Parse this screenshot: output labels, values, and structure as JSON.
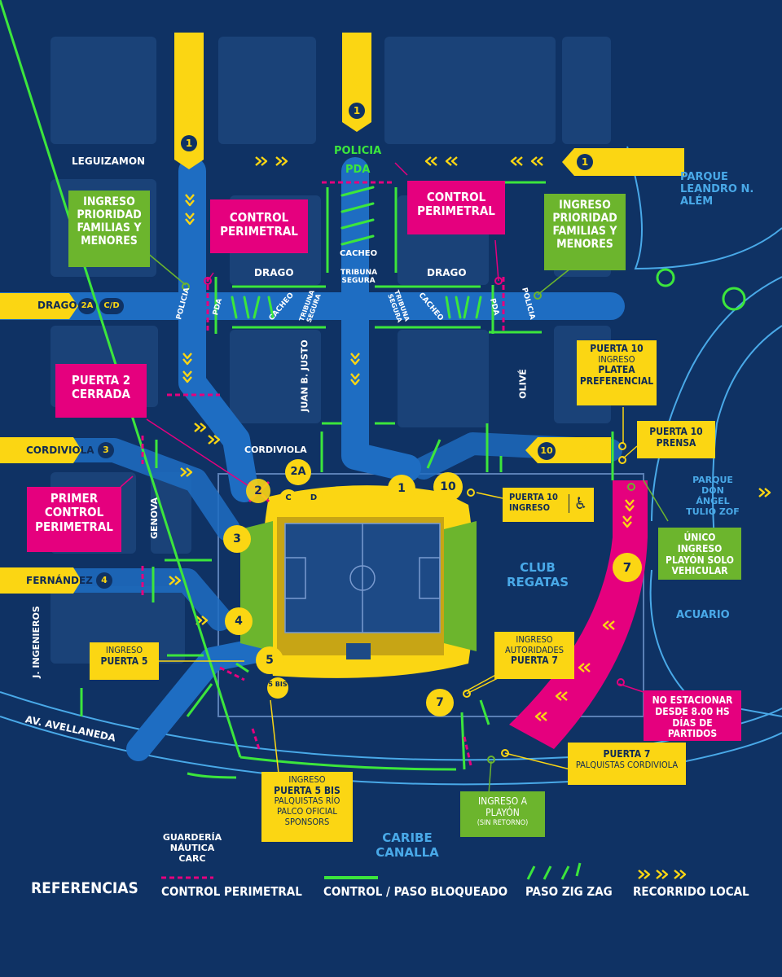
{
  "streets": {
    "leguizamon": "LEGUIZAMON",
    "drago_left": "DRAGO",
    "drago_right": "DRAGO",
    "juan_b_justo": "JUAN B. JUSTO",
    "olive": "OLIVÉ",
    "cordiviola": "CORDIVIOLA",
    "genova": "GENOVA",
    "j_ingenieros": "J. INGENIEROS",
    "av_avellaneda": "AV. AVELLANEDA"
  },
  "places": {
    "parque_alem": "PARQUE LEANDRO N. ALÉM",
    "parque_zof": "PARQUE DON ÁNGEL TULIO ZOF",
    "club_regatas": "CLUB REGATAS",
    "acuario": "ACUARIO",
    "caribe": "CARIBE CANALLA",
    "guarderia": "GUARDERÍA NÁUTICA CARC"
  },
  "route_tags": {
    "drago": "DRAGO",
    "drago_a": "2A",
    "drago_b": "C/D",
    "cordiviola": "CORDIVIOLA",
    "cordiviola_num": "3",
    "fernandez": "FERNÁNDEZ",
    "fernandez_num": "4"
  },
  "arrow_badges": {
    "top_left": "1",
    "top_center": "1",
    "right": "1",
    "puerta10": "10"
  },
  "checkpoints": {
    "policia_top": "POLICIA",
    "pda_top": "PDA",
    "cacheo_top": "CACHEO",
    "tribuna_segura_top": "TRIBUNA SEGURA",
    "policia_left": "POLICIA",
    "pda_left": "PDA",
    "cacheo_left": "CACHEO",
    "tribuna_segura_left": "TRIBUNA SEGURA",
    "tribuna_segura_right": "TRIBUNA SEGURA",
    "cacheo_right": "CACHEO",
    "pda_right": "PDA",
    "policia_right": "POLICIA"
  },
  "boxes": {
    "ingreso_prioridad_left": "INGRESO PRIORIDAD FAMILIAS Y MENORES",
    "control_perimetral_left": "CONTROL PERIMETRAL",
    "control_perimetral_right": "CONTROL PERIMETRAL",
    "ingreso_prioridad_right": "INGRESO PRIORIDAD FAMILIAS Y MENORES",
    "puerta2_cerrada": "PUERTA 2 CERRADA",
    "primer_control": "PRIMER CONTROL PERIMETRAL",
    "unico_ingreso": "ÚNICO INGRESO PLAYÓN SOLO VEHICULAR",
    "no_estacionar": "NO ESTACIONAR DESDE 8.00 HS DÍAS DE PARTIDOS",
    "puerta10_platea_title": "PUERTA 10",
    "puerta10_platea_sub": "INGRESO",
    "puerta10_platea_main": "PLATEA PREFERENCIAL",
    "puerta10_prensa": "PUERTA 10 PRENSA",
    "puerta10_ingreso": "PUERTA 10 INGRESO",
    "ingreso_puerta5_sub": "INGRESO",
    "ingreso_puerta5_main": "PUERTA 5",
    "autoridades_sub": "INGRESO AUTORIDADES",
    "autoridades_main": "PUERTA 7",
    "puerta7_palquistas_main": "PUERTA 7",
    "puerta7_palquistas_sub": "PALQUISTAS CORDIVIOLA",
    "puerta5bis_sub": "INGRESO",
    "puerta5bis_main": "PUERTA 5 BIS",
    "puerta5bis_extra": "PALQUISTAS RÍO PALCO OFICIAL SPONSORS",
    "playon_main": "INGRESO A PLAYÓN",
    "playon_sub": "(SIN RETORNO)"
  },
  "gates": {
    "g1": "1",
    "g10": "10",
    "g2": "2",
    "g2a": "2A",
    "gc": "C",
    "gd": "D",
    "g3": "3",
    "g4": "4",
    "g5": "5",
    "g5bis": "5 BIS",
    "g7": "7",
    "g7_right": "7"
  },
  "legend": {
    "title": "REFERENCIAS",
    "control_perimetral": "CONTROL PERIMETRAL",
    "control_bloqueado": "CONTROL / PASO BLOQUEADO",
    "zigzag": "PASO ZIG ZAG",
    "recorrido": "RECORRIDO LOCAL"
  },
  "colors": {
    "background": "#0f3264",
    "block": "#1a4278",
    "route_blue": "#1e6dc2",
    "yellow": "#fbd613",
    "pink": "#e5007e",
    "green": "#6cb52d",
    "bright_green": "#3ce63c",
    "light_blue": "#49a9e8"
  },
  "icons": {
    "route_arrows": "double-chevron-icon",
    "disabled_access": "wheelchair-icon",
    "closed_gate": "cross-icon"
  }
}
